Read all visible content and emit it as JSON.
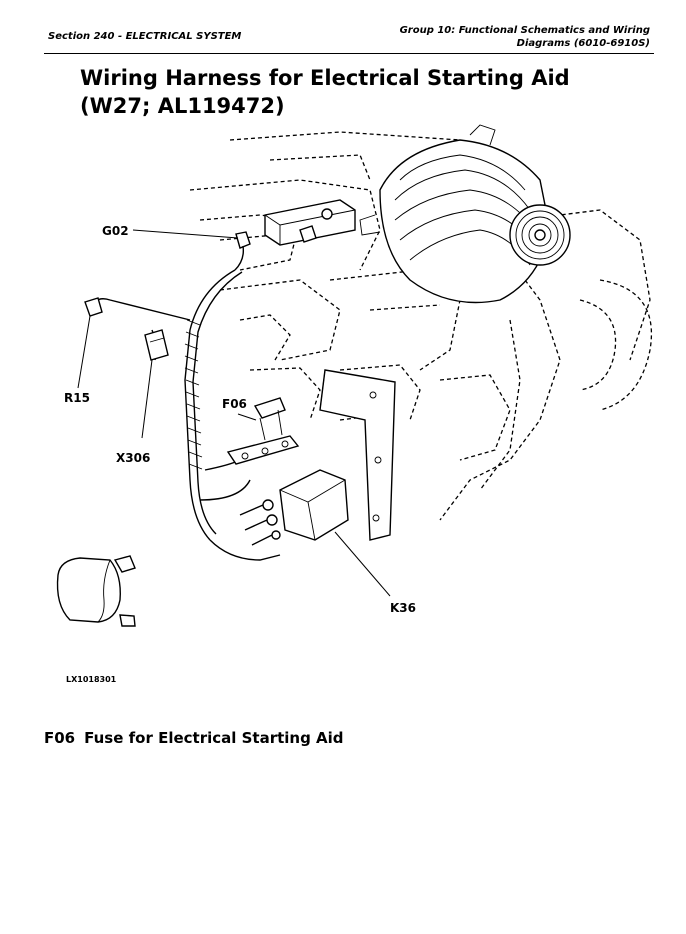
{
  "header": {
    "section": "Section 240 - ELECTRICAL SYSTEM",
    "group_line1": "Group 10: Functional Schematics and Wiring",
    "group_line2": "Diagrams (6010-6910S)"
  },
  "title": "Wiring Harness for Electrical Starting Aid (W27; AL119472)",
  "figure": {
    "callouts": {
      "g02": "G02",
      "r15": "R15",
      "x306": "X306",
      "f06": "F06",
      "k36": "K36"
    },
    "figure_id": "LX1018301"
  },
  "legend": [
    {
      "code": "F06",
      "description": "Fuse for Electrical Starting Aid"
    }
  ]
}
